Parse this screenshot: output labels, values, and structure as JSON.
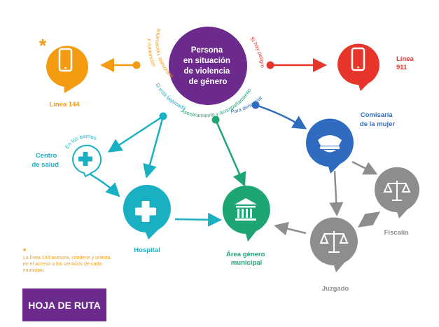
{
  "center": {
    "label_lines": [
      "Persona",
      "en situación",
      "de violencia",
      "de género"
    ],
    "arc_left": "Información, asesoramiento",
    "arc_left2": "y contención",
    "arc_right": "Si hay peligro",
    "arc_bottom_left": "Si está lastimada",
    "arc_bottom": "Asesoramiento y acompañamiento",
    "arc_bottom_right": "Para denunciar"
  },
  "nodes": {
    "linea144": {
      "label": "Línea 144",
      "asterisk": "*"
    },
    "linea911": {
      "label_lines": [
        "Línea",
        "911"
      ]
    },
    "centro_salud": {
      "label_lines": [
        "Centro",
        "de salud"
      ],
      "arc": "En los barrios"
    },
    "hospital": {
      "label": "Hospital"
    },
    "area_genero": {
      "label_lines": [
        "Área género",
        "municipal"
      ]
    },
    "comisaria": {
      "label_lines": [
        "Comisaría",
        "de la mujer"
      ]
    },
    "fiscalia": {
      "label": "Fiscalía"
    },
    "juzgado": {
      "label": "Juzgado"
    }
  },
  "footnote": {
    "asterisk": "*",
    "text": "La línea 144 asesora, contiene y orienta en el acceso a los servicios de cada municipio."
  },
  "badge": {
    "label": "HOJA DE RUTA"
  },
  "colors": {
    "purple": "#6b2a8c",
    "orange": "#f39c12",
    "red": "#e8352b",
    "teal": "#1ab0c4",
    "green": "#1da673",
    "blue": "#2f6cc0",
    "gray": "#8d8d8d"
  }
}
